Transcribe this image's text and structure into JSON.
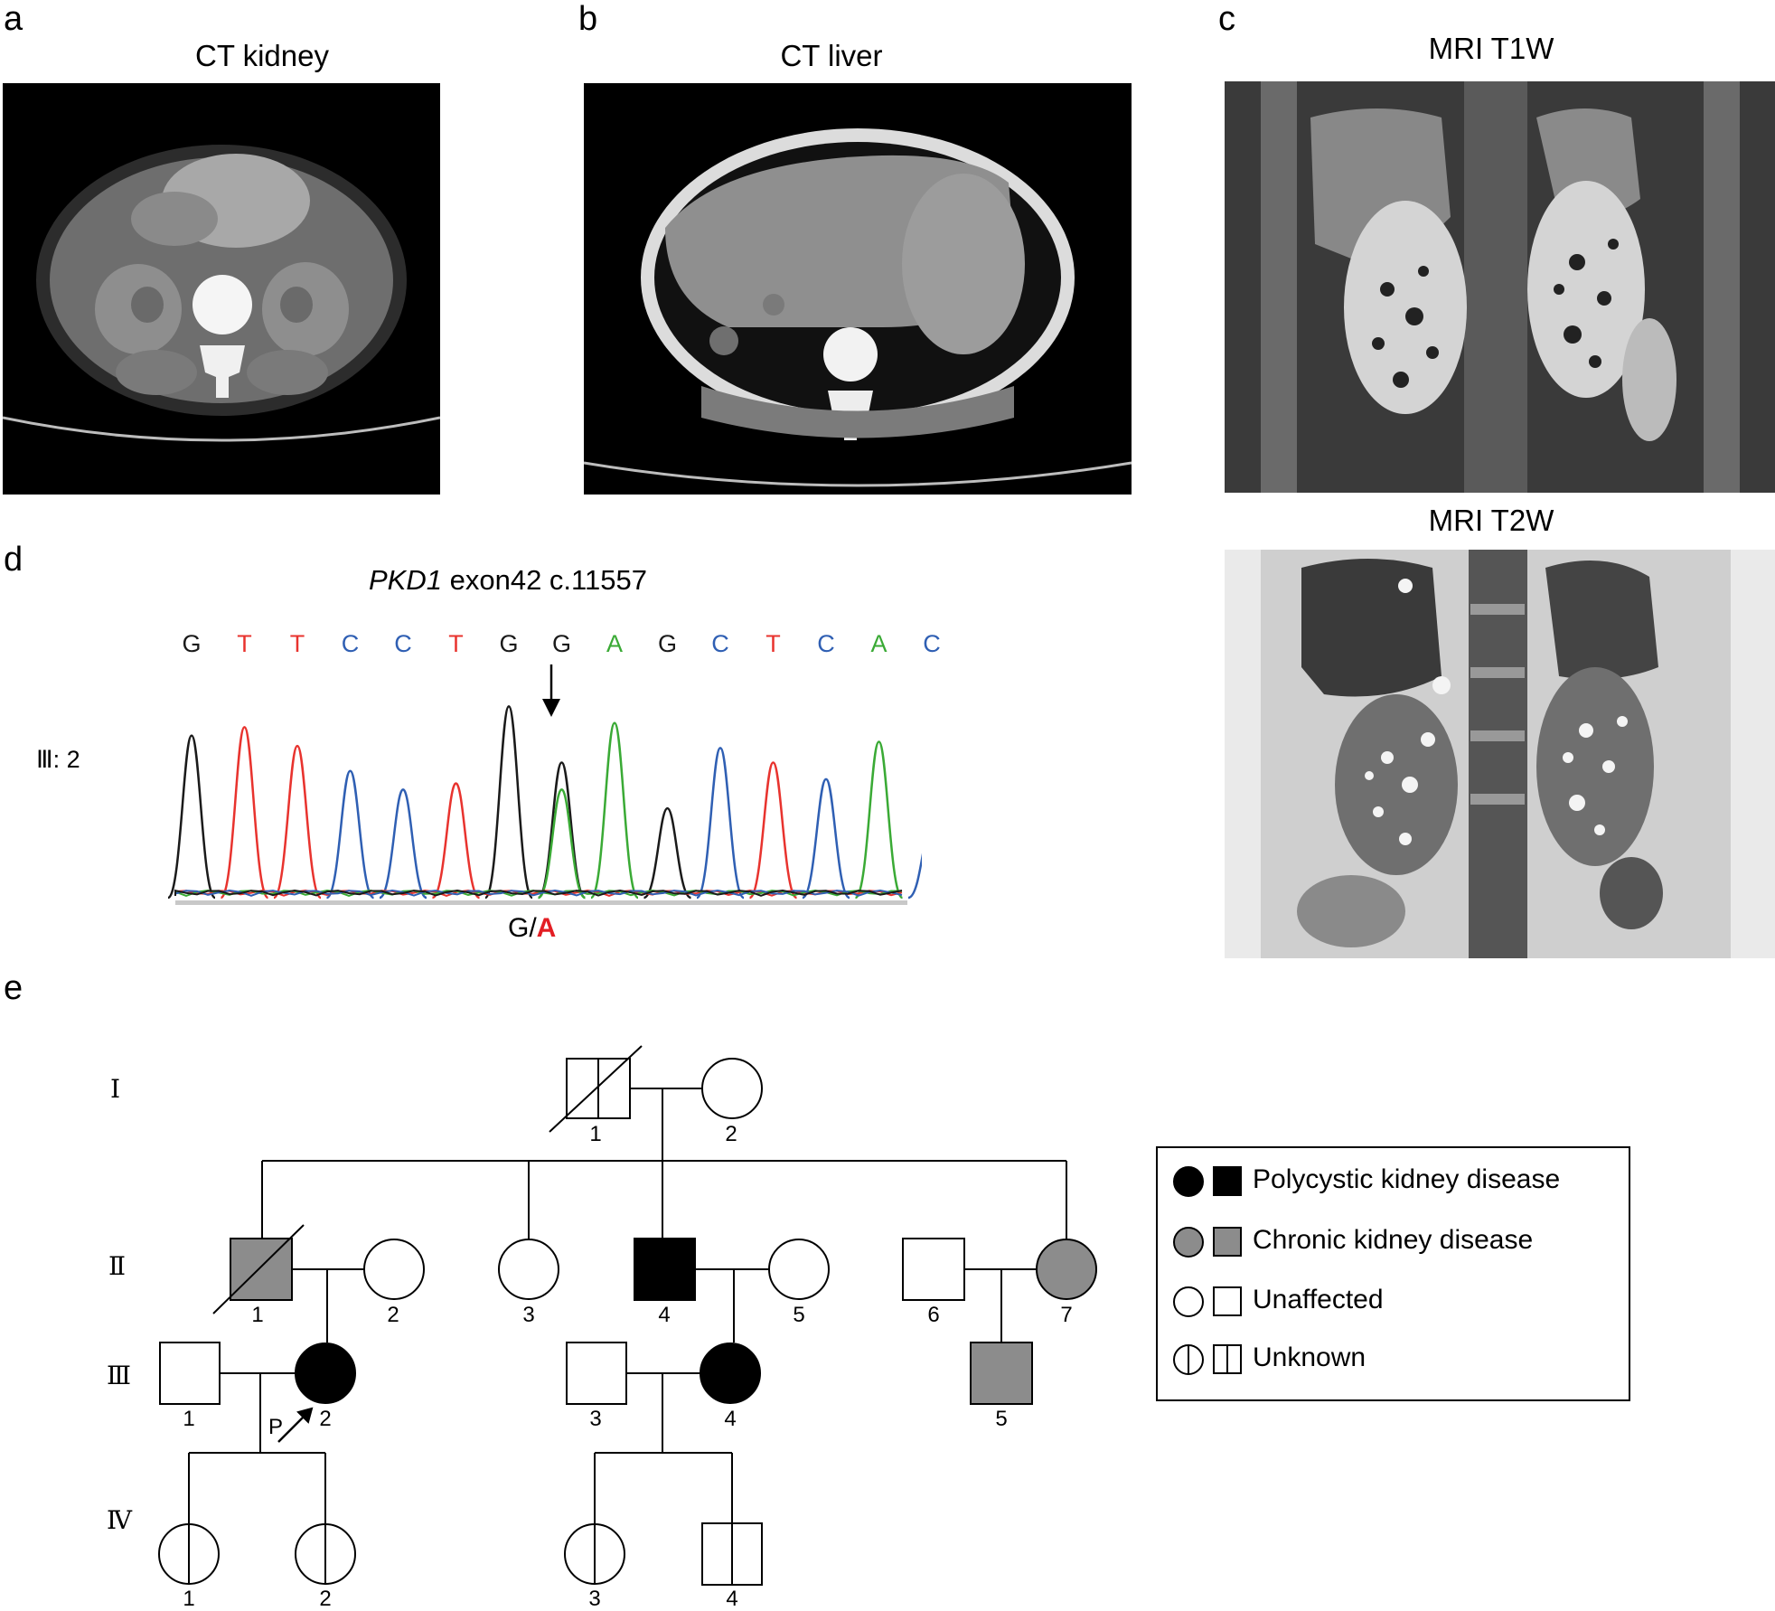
{
  "panels": {
    "a": {
      "letter": "a",
      "title": "CT kidney"
    },
    "b": {
      "letter": "b",
      "title": "CT liver"
    },
    "c": {
      "letter": "c",
      "title_top": "MRI T1W",
      "title_bottom": "MRI T2W"
    },
    "d": {
      "letter": "d",
      "gene": "PKD1",
      "variant": "exon42 c.11557",
      "sample_label": "Ⅲ: 2",
      "genotype_ref": "G/",
      "genotype_alt": "A",
      "sequence": [
        {
          "base": "G",
          "color": "#1a1a1a"
        },
        {
          "base": "T",
          "color": "#e8332e"
        },
        {
          "base": "T",
          "color": "#e8332e"
        },
        {
          "base": "C",
          "color": "#2f5fb3"
        },
        {
          "base": "C",
          "color": "#2f5fb3"
        },
        {
          "base": "T",
          "color": "#e8332e"
        },
        {
          "base": "G",
          "color": "#1a1a1a"
        },
        {
          "base": "G",
          "color": "#1a1a1a"
        },
        {
          "base": "A",
          "color": "#3aaa35"
        },
        {
          "base": "G",
          "color": "#1a1a1a"
        },
        {
          "base": "C",
          "color": "#2f5fb3"
        },
        {
          "base": "T",
          "color": "#e8332e"
        },
        {
          "base": "C",
          "color": "#2f5fb3"
        },
        {
          "base": "A",
          "color": "#3aaa35"
        },
        {
          "base": "C",
          "color": "#2f5fb3"
        }
      ]
    },
    "e": {
      "letter": "e",
      "generations": [
        "Ⅰ",
        "Ⅱ",
        "Ⅲ",
        "Ⅳ"
      ],
      "individuals": {
        "I": [
          "1",
          "2"
        ],
        "II": [
          "1",
          "2",
          "3",
          "4",
          "5",
          "6",
          "7"
        ],
        "III": [
          "1",
          "2",
          "3",
          "4",
          "5"
        ],
        "IV": [
          "1",
          "2",
          "3",
          "4"
        ]
      },
      "proband_label": "P",
      "legend": [
        {
          "label": "Polycystic kidney disease",
          "fill": "#000000"
        },
        {
          "label": "Chronic kidney disease",
          "fill": "#8c8c8c"
        },
        {
          "label": "Unaffected",
          "fill": "#ffffff"
        },
        {
          "label": "Unknown",
          "fill": "split"
        }
      ]
    }
  },
  "colors": {
    "A": "#3aaa35",
    "C": "#2f5fb3",
    "G": "#1a1a1a",
    "T": "#e8332e",
    "alt": "#e31e24",
    "affected": "#000000",
    "ckd": "#8c8c8c"
  }
}
